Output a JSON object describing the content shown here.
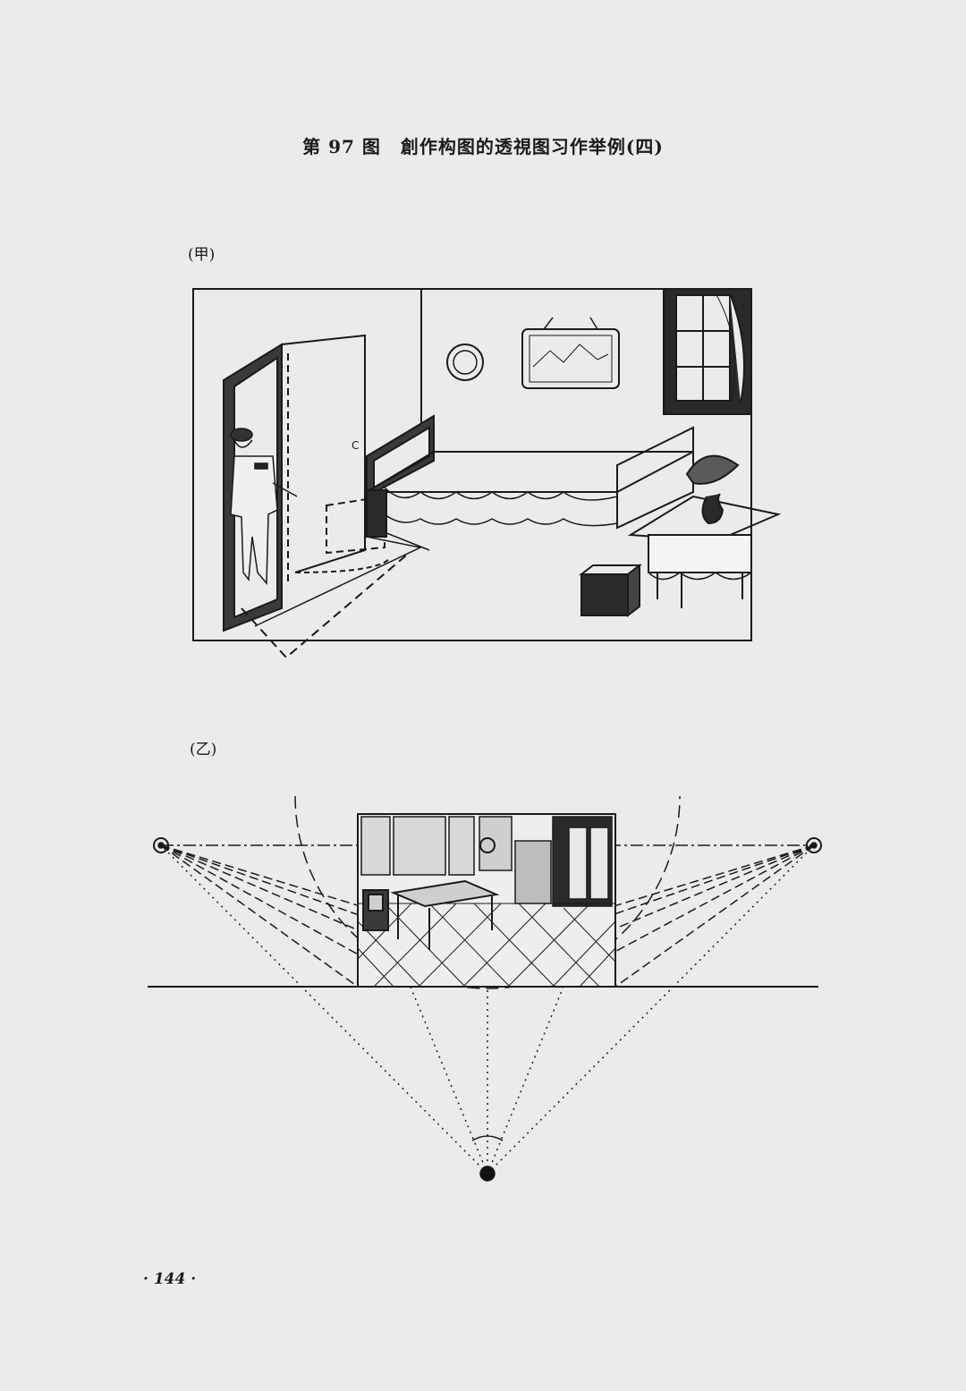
{
  "figure": {
    "number_label": "第 97 图",
    "title": "創作构图的透視图习作举例(四)"
  },
  "subfigures": [
    {
      "label": "(甲)"
    },
    {
      "label": "(乙)"
    }
  ],
  "door_marker": "C",
  "page_number": "· 144 ·",
  "colors": {
    "paper": "#ebebea",
    "ink": "#1a1a1a"
  }
}
